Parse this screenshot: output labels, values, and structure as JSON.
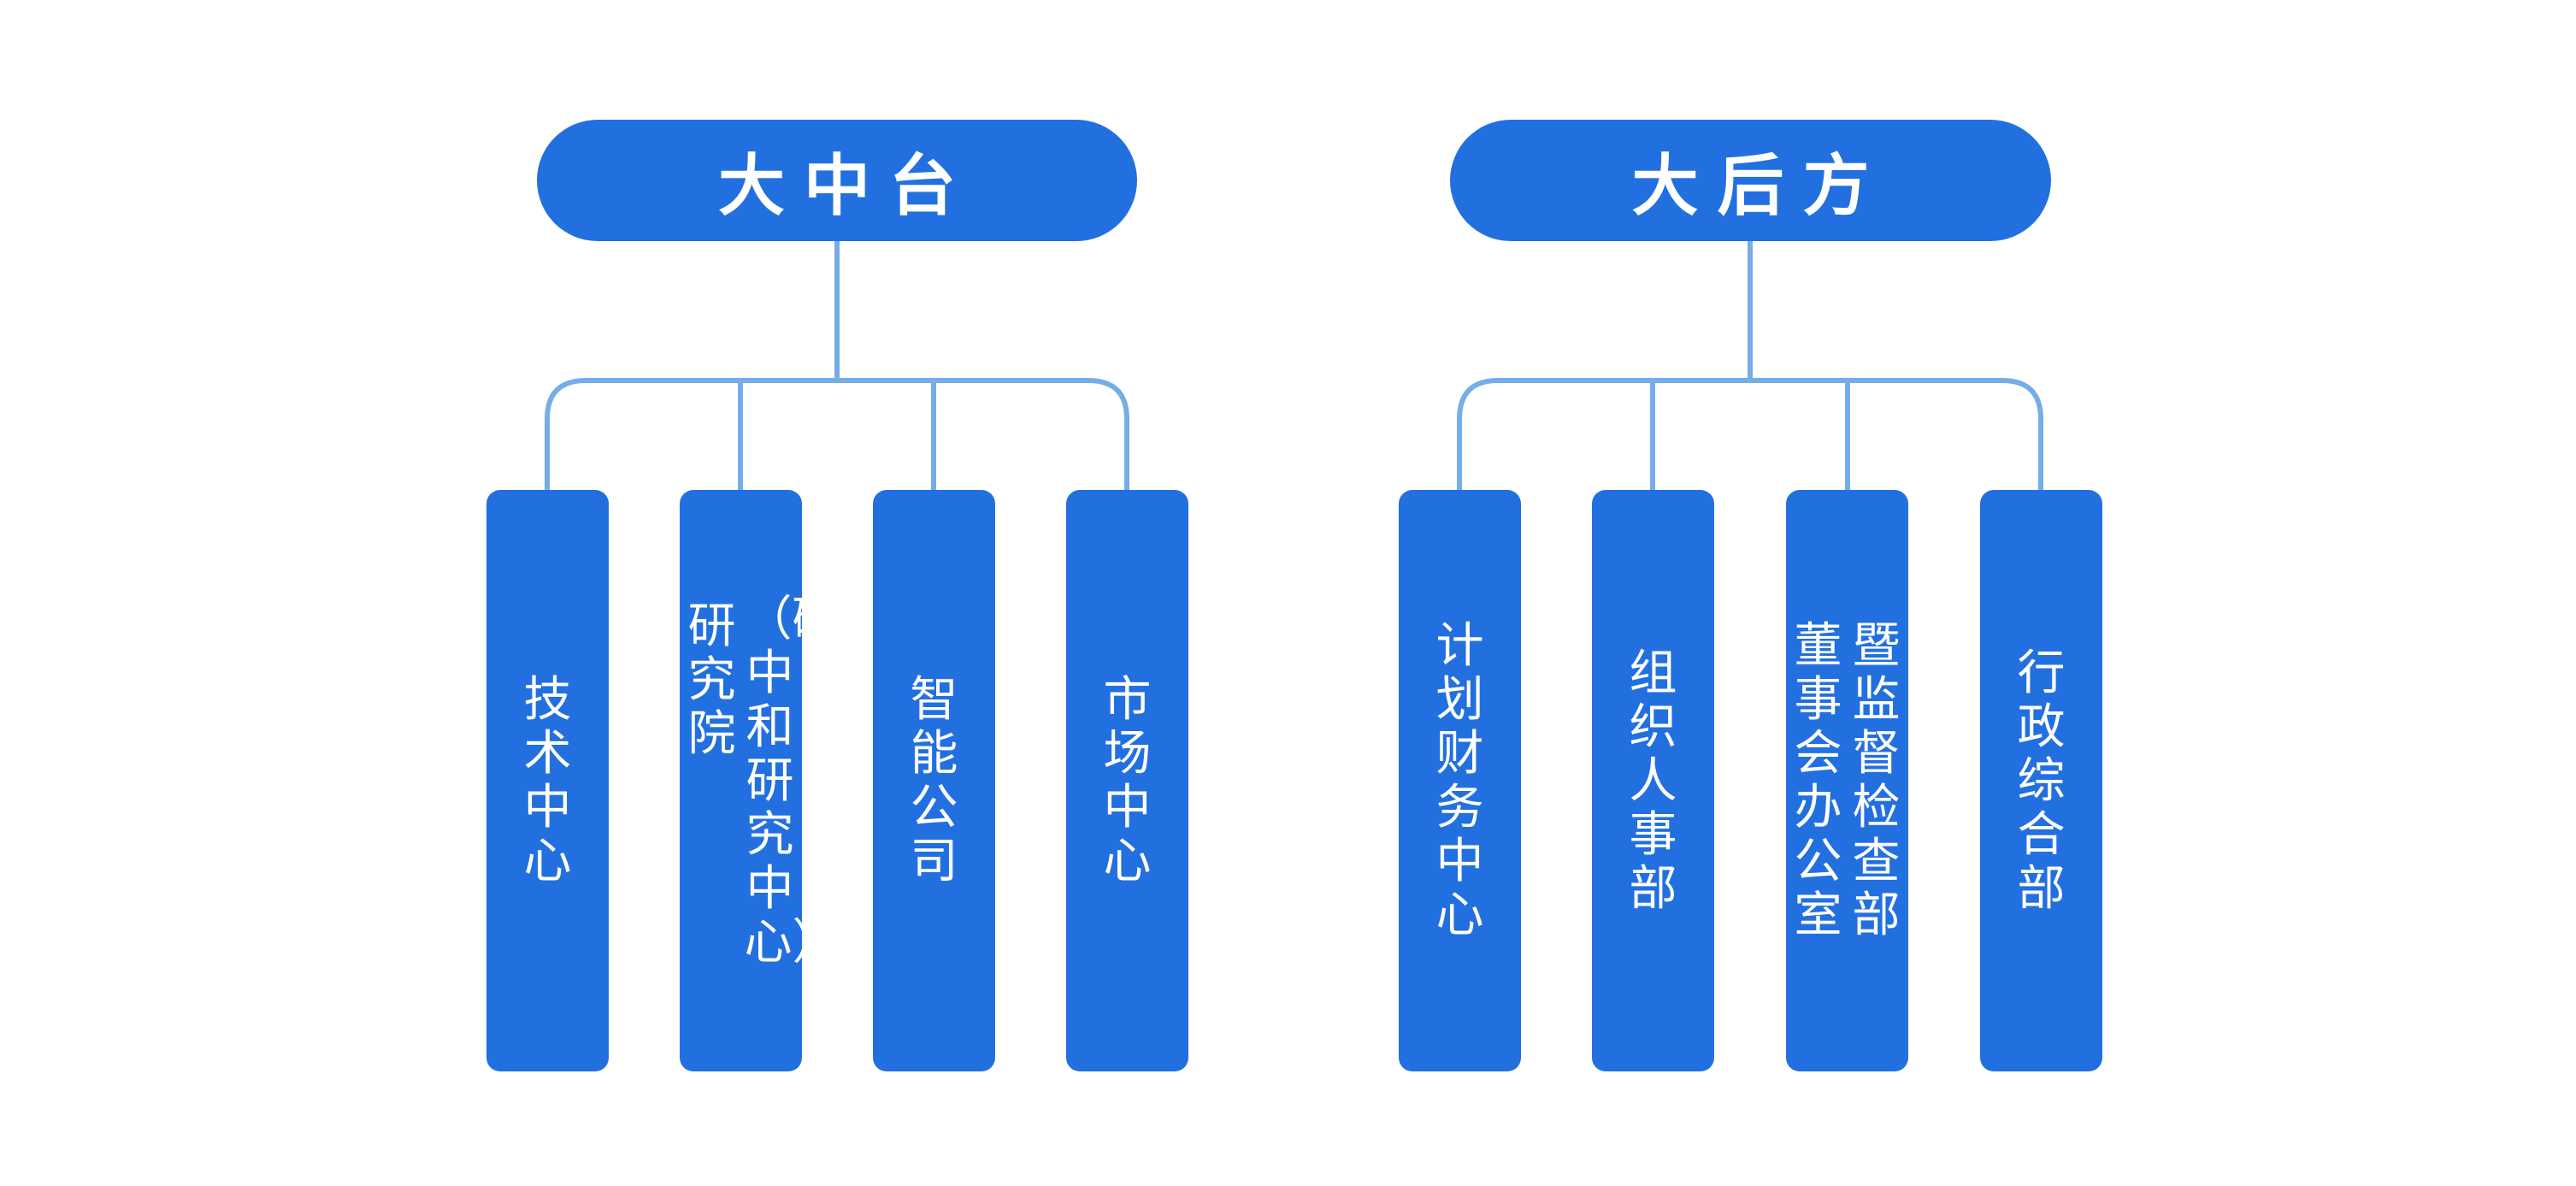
{
  "groups": [
    {
      "title": "大中台",
      "boxes": [
        {
          "lines": [
            "技术中心"
          ]
        },
        {
          "lines": [
            "（碳中和研究中心）",
            "研究院"
          ]
        },
        {
          "lines": [
            "智能公司"
          ]
        },
        {
          "lines": [
            "市场中心"
          ]
        }
      ]
    },
    {
      "title": "大后方",
      "boxes": [
        {
          "lines": [
            "计划财务中心"
          ]
        },
        {
          "lines": [
            "组织人事部"
          ]
        },
        {
          "lines": [
            "暨监督检查部",
            "董事会办公室"
          ]
        },
        {
          "lines": [
            "行政综合部"
          ]
        }
      ]
    }
  ],
  "colors": {
    "node_fill": "#2270e0",
    "connector": "#74aee6",
    "text": "#ffffff"
  }
}
